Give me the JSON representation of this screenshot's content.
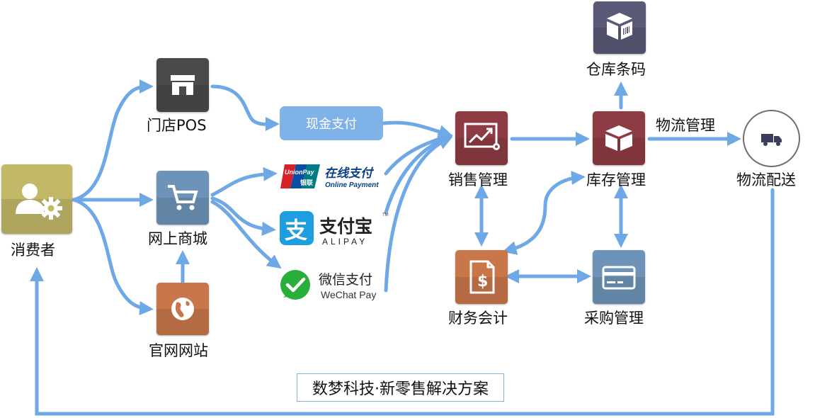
{
  "nodes": {
    "consumer": "消费者",
    "store_pos": "门店POS",
    "online_mall": "网上商城",
    "website": "官网网站",
    "cash_pay": "现金支付",
    "sales_mgmt": "销售管理",
    "inventory_mgmt": "库存管理",
    "warehouse_barcode": "仓库条码",
    "finance": "财务会计",
    "purchase_mgmt": "采购管理",
    "logistics_delivery": "物流配送"
  },
  "edge_labels": {
    "logistics_mgmt": "物流管理"
  },
  "payments": {
    "unionpay": {
      "badge_top": "UnionPay",
      "badge_bottom": "银联",
      "cn": "在线支付",
      "en": "Online Payment"
    },
    "alipay": {
      "cn": "支付宝",
      "en": "ALIPAY",
      "tm": "TM"
    },
    "wechat": {
      "cn": "微信支付",
      "en": "WeChat Pay"
    }
  },
  "footer": "数梦科技·新零售解决方案",
  "colors": {
    "arrow": "#6fa8e6",
    "consumer_tile": "#c2b968",
    "store_tile": "#4a4a4a",
    "mall_tile": "#6e93b8",
    "website_tile": "#c9764a",
    "sales_tile": "#8f3b43",
    "inventory_tile": "#8f3b43",
    "warehouse_tile": "#5a5a78",
    "finance_tile": "#c9764a",
    "purchase_tile": "#6e93b8",
    "cash_pill": "#7fb2e9"
  },
  "icons": {
    "consumer": "user-gear-icon",
    "store_pos": "storefront-icon",
    "online_mall": "shopping-cart-icon",
    "website": "globe-icon",
    "sales_mgmt": "chart-gear-icon",
    "inventory_mgmt": "open-box-icon",
    "warehouse_barcode": "barcode-box-icon",
    "finance": "invoice-dollar-icon",
    "purchase_mgmt": "credit-card-icon",
    "logistics_delivery": "truck-icon"
  }
}
